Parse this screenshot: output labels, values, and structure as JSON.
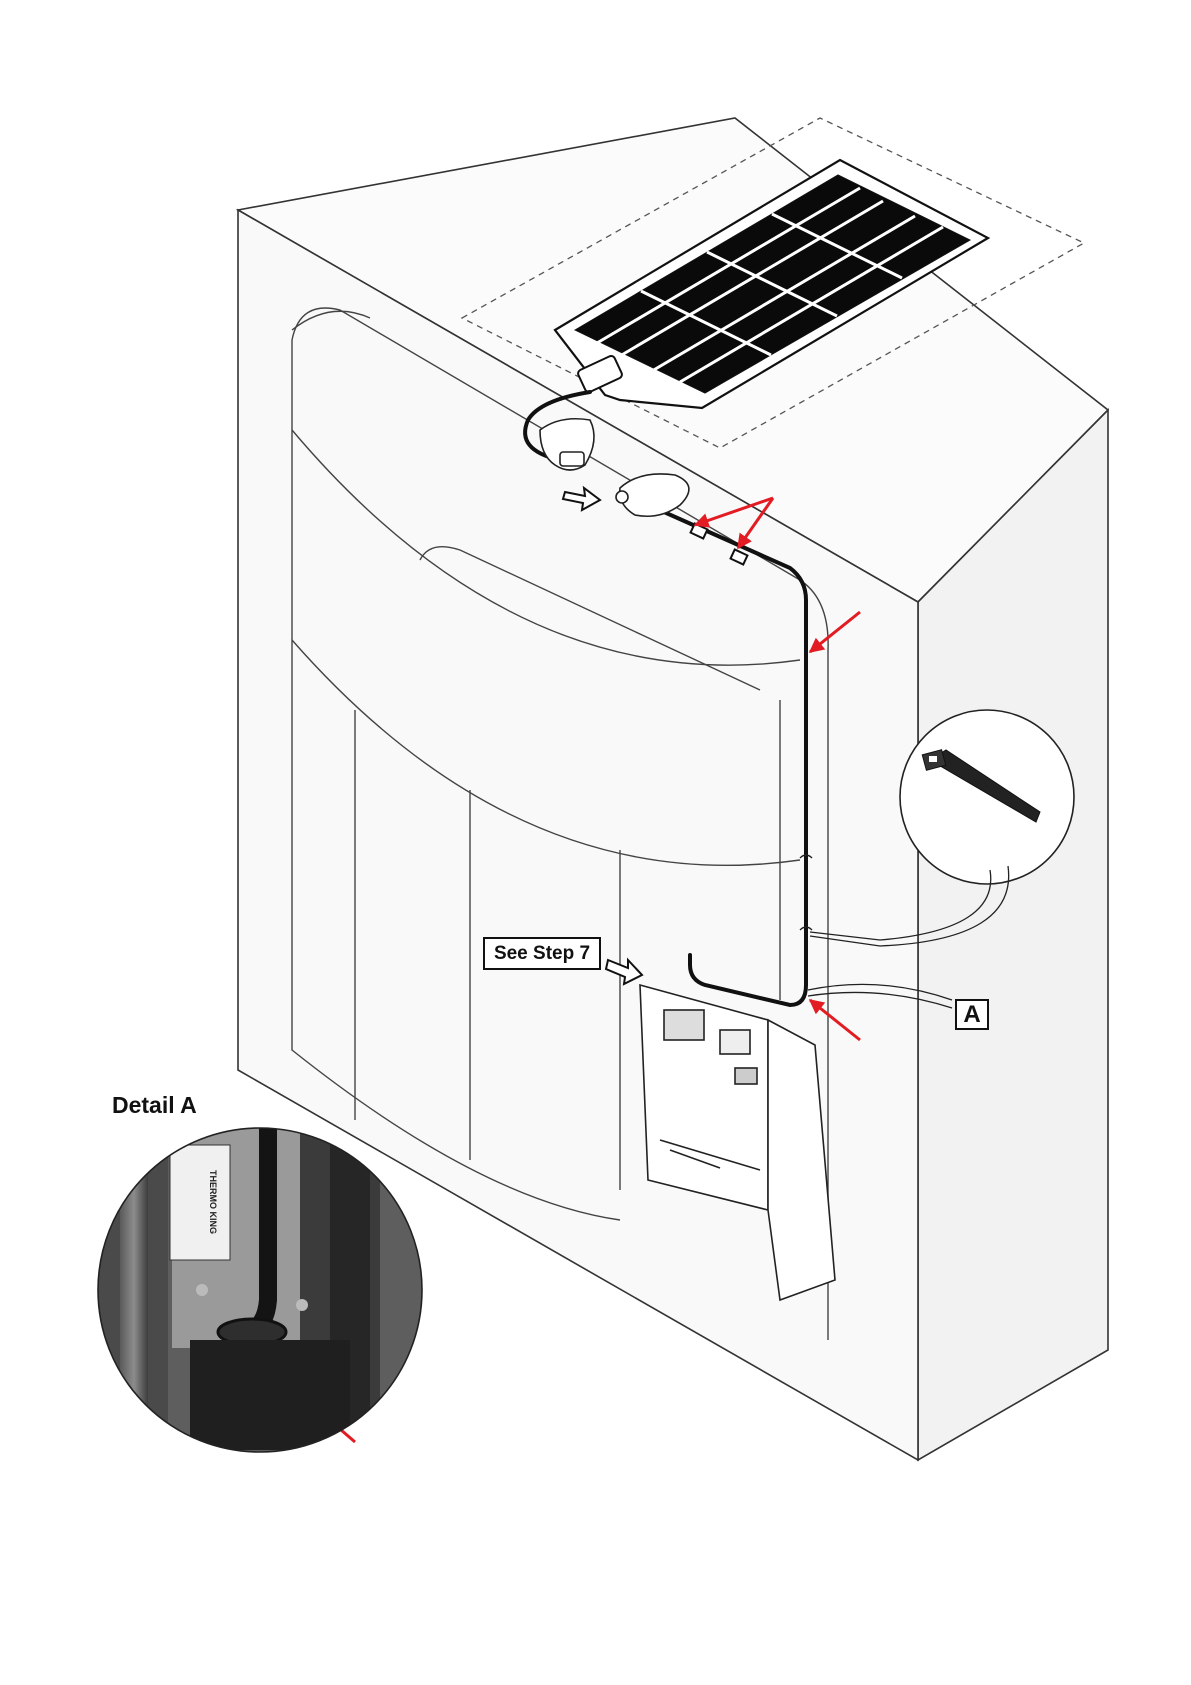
{
  "labels": {
    "see_step": "See Step 7",
    "callout_a": "A",
    "detail_title": "Detail A"
  },
  "photo_label": {
    "brand": "THERMO KING"
  },
  "colors": {
    "line": "#222222",
    "unit_fill": "#f7f7f7",
    "panel_fill": "#0a0a0a",
    "indicator_arrow": "#e31b23"
  },
  "icons": {
    "move_arrow": "hollow-arrow-icon",
    "indicator": "red-arrow-icon",
    "cable_tie": "cable-tie-icon"
  }
}
